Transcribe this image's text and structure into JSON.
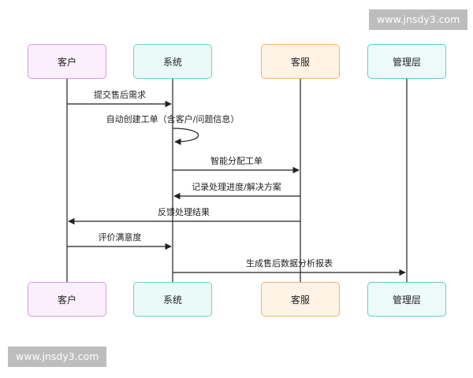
{
  "watermarks": {
    "top": "www.jnsdy3.com",
    "bottom": "www.jnsdy3.com"
  },
  "actors": [
    {
      "id": "customer",
      "label": "客户",
      "color": "#d59be3"
    },
    {
      "id": "system",
      "label": "系统",
      "color": "#6fd3c6"
    },
    {
      "id": "service",
      "label": "客服",
      "color": "#f1b26e"
    },
    {
      "id": "manager",
      "label": "管理层",
      "color": "#63c9c9"
    }
  ],
  "messages": [
    {
      "from": "customer",
      "to": "system",
      "text": "提交售后需求"
    },
    {
      "from": "system",
      "to": "system",
      "text": "自动创建工单（含客户/问题信息）"
    },
    {
      "from": "system",
      "to": "service",
      "text": "智能分配工单"
    },
    {
      "from": "service",
      "to": "system",
      "text": "记录处理进度/解决方案"
    },
    {
      "from": "service",
      "to": "customer",
      "text": "反馈处理结果"
    },
    {
      "from": "customer",
      "to": "system",
      "text": "评价满意度"
    },
    {
      "from": "system",
      "to": "manager",
      "text": "生成售后数据分析报表"
    }
  ]
}
